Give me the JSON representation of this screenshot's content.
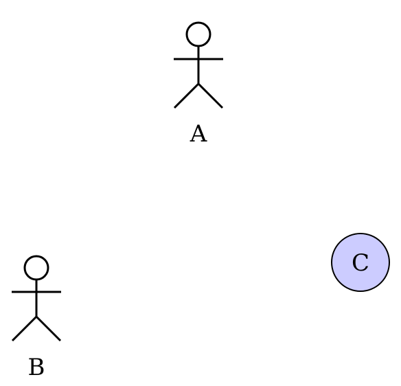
{
  "diagram": {
    "actors": [
      {
        "label": "A"
      },
      {
        "label": "B"
      }
    ],
    "node": {
      "label": "C",
      "fill": "#ccccff",
      "stroke": "#000000"
    },
    "line_color": "#000000"
  }
}
